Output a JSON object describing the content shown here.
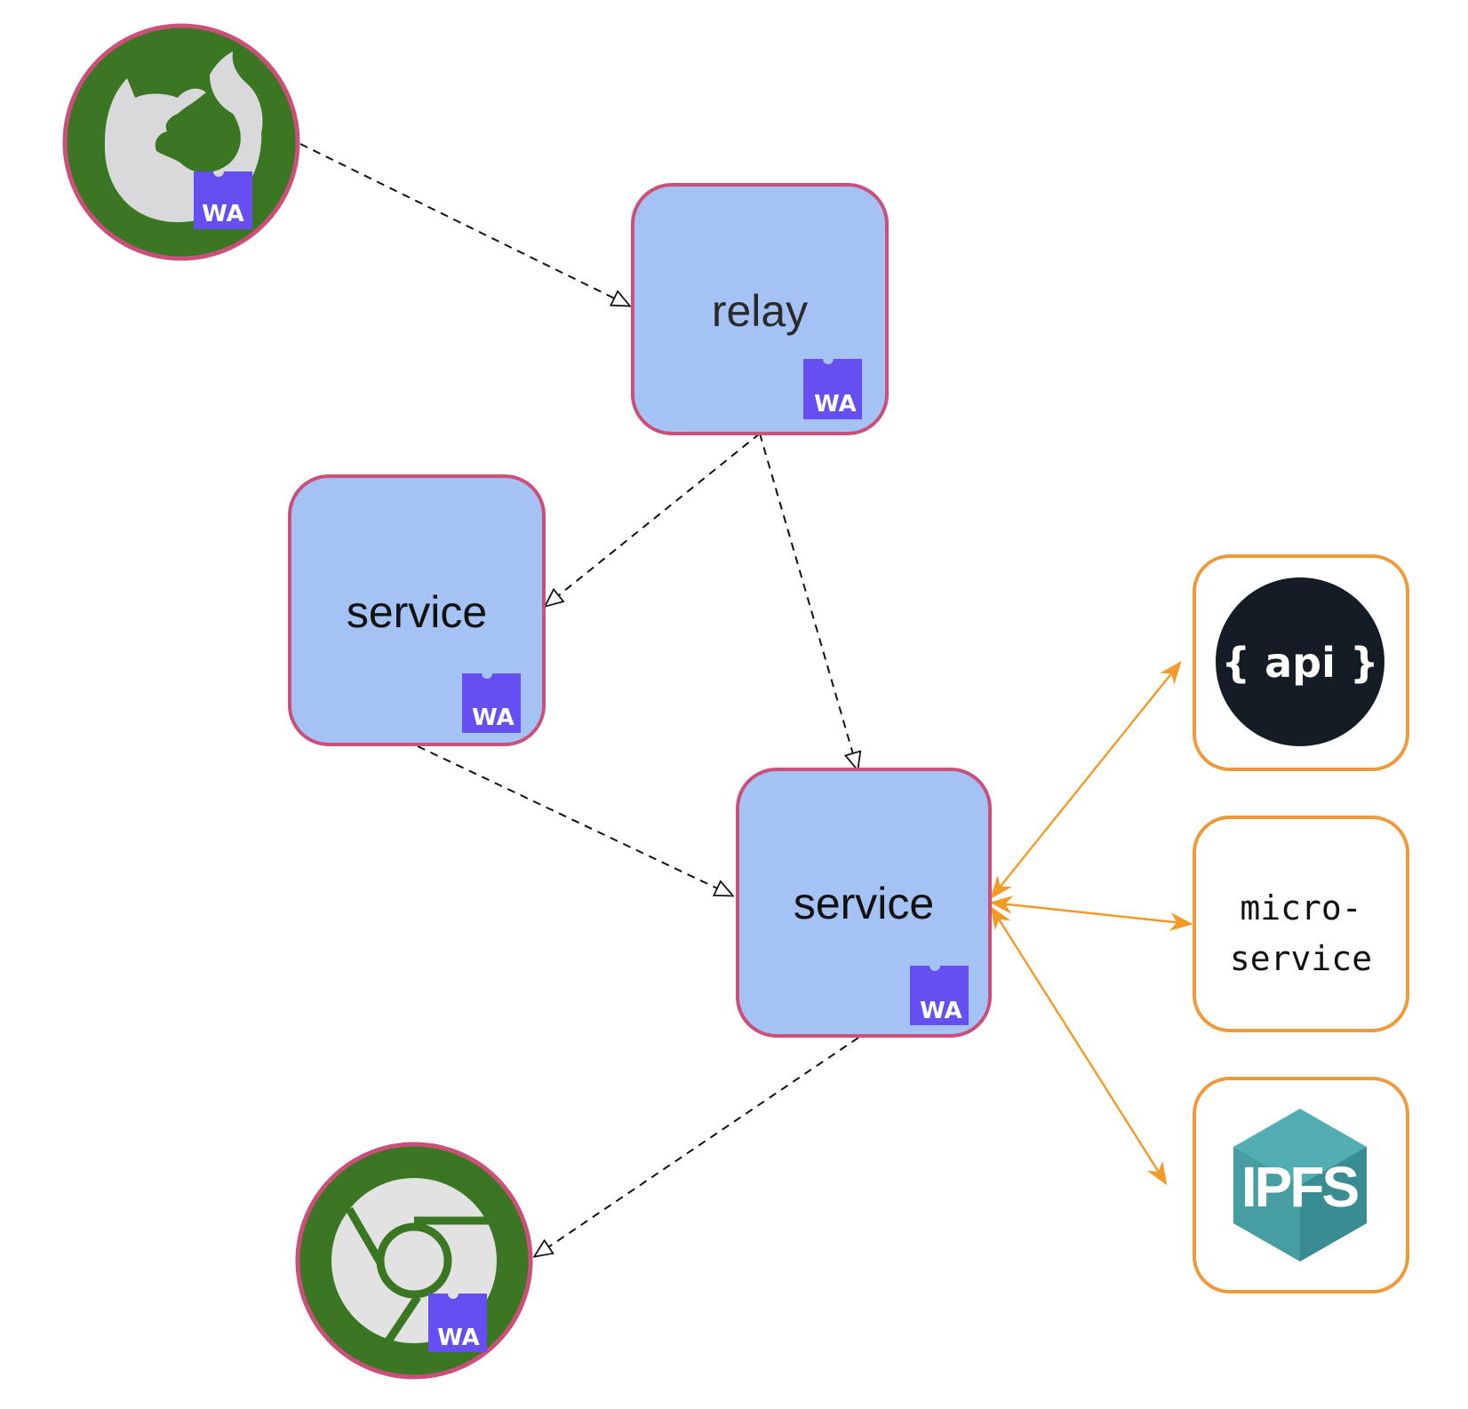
{
  "diagram": {
    "nodes": {
      "firefox": {
        "type": "browser",
        "icon": "firefox-icon",
        "badge": "WA"
      },
      "relay": {
        "label": "relay",
        "badge": "WA"
      },
      "service_left": {
        "label": "service",
        "badge": "WA"
      },
      "service_center": {
        "label": "service",
        "badge": "WA"
      },
      "chrome": {
        "type": "browser",
        "icon": "chrome-icon",
        "badge": "WA"
      },
      "api": {
        "label": "{ api }"
      },
      "microservice": {
        "label_line1": "micro-",
        "label_line2": "service"
      },
      "ipfs": {
        "label": "IPFS"
      }
    },
    "edges": [
      {
        "from": "firefox",
        "to": "relay",
        "style": "dashed",
        "arrow": "hollow-triangle"
      },
      {
        "from": "relay",
        "to": "service_left",
        "style": "dashed",
        "arrow": "hollow-triangle"
      },
      {
        "from": "relay",
        "to": "service_center",
        "style": "dashed",
        "arrow": "hollow-triangle"
      },
      {
        "from": "service_left",
        "to": "service_center",
        "style": "dashed",
        "arrow": "hollow-triangle"
      },
      {
        "from": "service_center",
        "to": "chrome",
        "style": "dashed",
        "arrow": "hollow-triangle"
      },
      {
        "from": "service_center",
        "to": "api",
        "style": "solid",
        "arrow": "both"
      },
      {
        "from": "service_center",
        "to": "microservice",
        "style": "solid",
        "arrow": "both"
      },
      {
        "from": "service_center",
        "to": "ipfs",
        "style": "solid",
        "arrow": "both"
      }
    ],
    "colors": {
      "wasm_node_fill": "#a4c2f4",
      "wasm_node_border": "#cc4e7a",
      "browser_fill": "#3b7722",
      "browser_glyph": "#dcdcdc",
      "wa_badge": "#654ff0",
      "external_border": "#ee9a3a",
      "external_arrow": "#f29a25",
      "api_circle": "#141d25",
      "ipfs_teal": "#469ea2"
    }
  }
}
